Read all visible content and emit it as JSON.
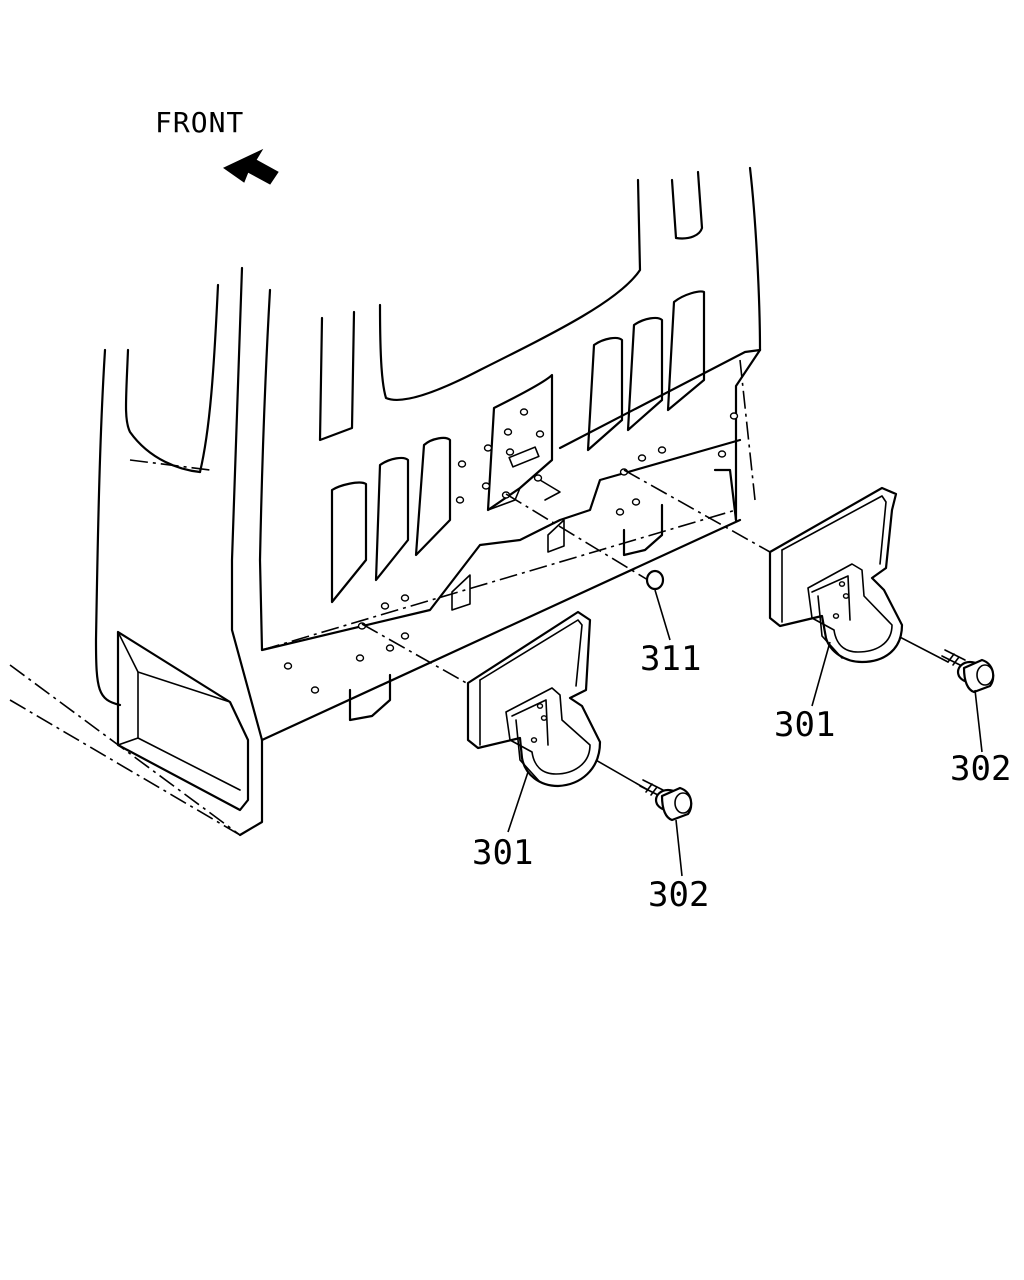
{
  "diagram": {
    "direction_label": "FRONT",
    "direction_icon": "arrow-left-icon",
    "callouts": [
      {
        "id": "callout-311",
        "text": "311"
      },
      {
        "id": "callout-301-right",
        "text": "301"
      },
      {
        "id": "callout-302-right",
        "text": "302"
      },
      {
        "id": "callout-301-left",
        "text": "301"
      },
      {
        "id": "callout-302-left",
        "text": "302"
      }
    ]
  }
}
